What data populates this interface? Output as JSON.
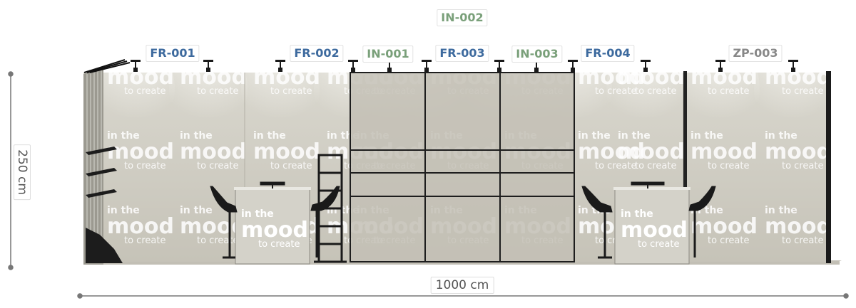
{
  "colors": {
    "fr_label": "#3d6a9e",
    "in_label": "#7aa07a",
    "zp_label": "#888888",
    "wall": "#c9c6bb",
    "wall_light": "#dcdad1",
    "panel_frame": "#2a2a2a",
    "floor": "#bdbab0",
    "dimension_line": "#777777"
  },
  "labels": [
    {
      "id": "in-002",
      "text": "IN-002",
      "kind": "in"
    },
    {
      "id": "fr-001",
      "text": "FR-001",
      "kind": "fr"
    },
    {
      "id": "fr-002",
      "text": "FR-002",
      "kind": "fr"
    },
    {
      "id": "in-001",
      "text": "IN-001",
      "kind": "in"
    },
    {
      "id": "fr-003",
      "text": "FR-003",
      "kind": "fr"
    },
    {
      "id": "in-003",
      "text": "IN-003",
      "kind": "in"
    },
    {
      "id": "fr-004",
      "text": "FR-004",
      "kind": "fr"
    },
    {
      "id": "zp-003",
      "text": "ZP-003",
      "kind": "zp"
    }
  ],
  "watermark": {
    "line1": "in the",
    "line2": "mood",
    "line3": "to create"
  },
  "dimensions": {
    "height": "250 cm",
    "width": "1000 cm"
  }
}
